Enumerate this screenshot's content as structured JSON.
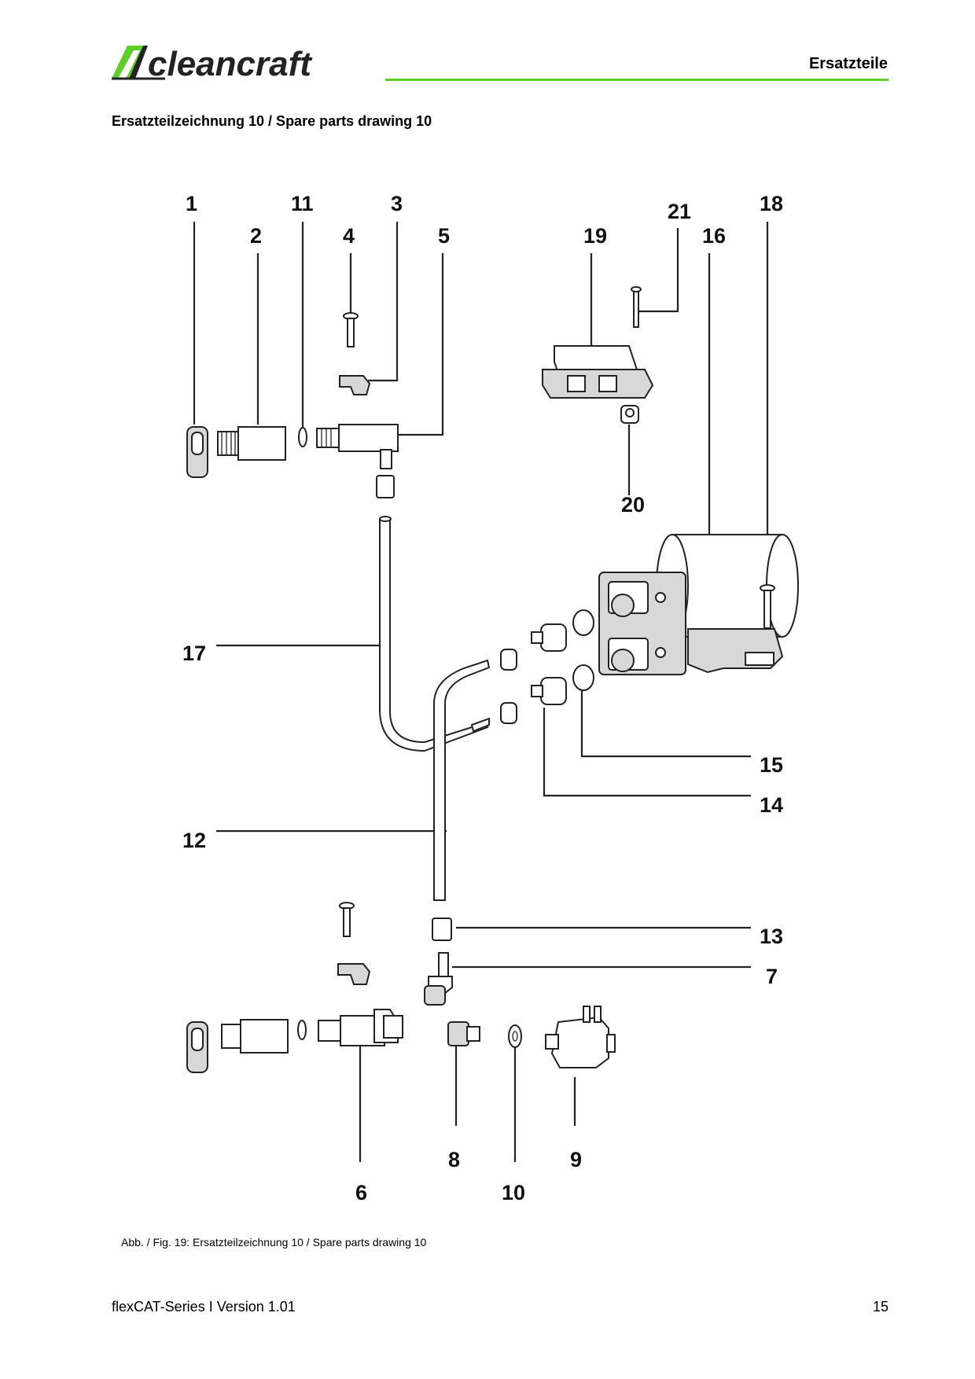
{
  "header": {
    "brand": "cleancraft",
    "section_title": "Ersatzteile",
    "accent_color": "#5fcf28"
  },
  "drawing_heading": "Ersatzteilzeichnung 10 / Spare parts drawing 10",
  "part_numbers": {
    "p1": "1",
    "p2": "2",
    "p3": "3",
    "p4": "4",
    "p5": "5",
    "p6": "6",
    "p7": "7",
    "p8": "8",
    "p9": "9",
    "p10": "10",
    "p11": "11",
    "p12": "12",
    "p13": "13",
    "p14": "14",
    "p15": "15",
    "p16": "16",
    "p17": "17",
    "p18": "18",
    "p19": "19",
    "p20": "20",
    "p21": "21"
  },
  "figure_caption": "Abb. / Fig. 19: Ersatzteilzeichnung 10 / Spare parts drawing 10",
  "footer": {
    "document": "flexCAT-Series I Version 1.01",
    "page_number": "15"
  }
}
